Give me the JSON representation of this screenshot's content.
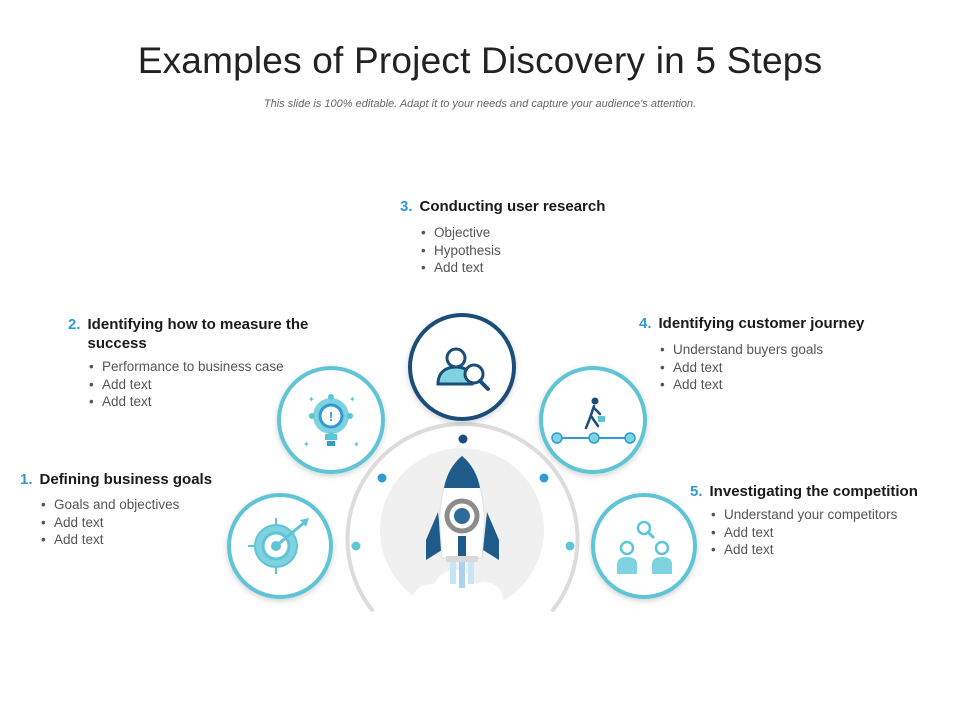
{
  "title": "Examples of Project Discovery in 5 Steps",
  "subtitle": "This slide is 100% editable. Adapt it to your needs and capture your audience's attention.",
  "steps": [
    {
      "number": "1.",
      "title": "Defining business goals",
      "bullets": [
        "Goals and objectives",
        "Add text",
        "Add text"
      ],
      "icon": "target-icon"
    },
    {
      "number": "2.",
      "title": "Identifying how to measure the success",
      "bullets": [
        "Performance to business case",
        "Add text",
        "Add text"
      ],
      "icon": "gear-lightbulb-icon"
    },
    {
      "number": "3.",
      "title": "Conducting user research",
      "bullets": [
        "Objective",
        "Hypothesis",
        "Add text"
      ],
      "icon": "user-search-icon"
    },
    {
      "number": "4.",
      "title": "Identifying customer journey",
      "bullets": [
        "Understand buyers goals",
        "Add text",
        "Add text"
      ],
      "icon": "walking-journey-icon"
    },
    {
      "number": "5.",
      "title": "Investigating the competition",
      "bullets": [
        "Understand your competitors",
        "Add text",
        "Add text"
      ],
      "icon": "competitors-search-icon"
    }
  ],
  "center_icon": "rocket-icon",
  "colors": {
    "accent": "#2f9bd1",
    "teal": "#5ec5d6",
    "navy": "#1b4d78",
    "dark_blue": "#1e5a8a",
    "arc": "#dcdcdc"
  }
}
